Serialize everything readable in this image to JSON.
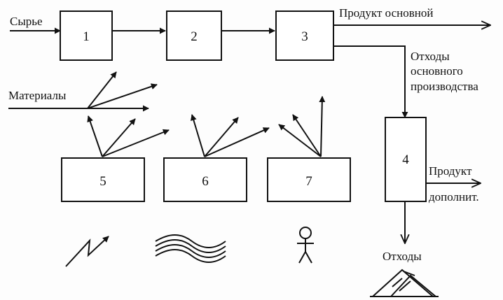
{
  "labels": {
    "raw": "Сырье",
    "main_product": "Продукт основной",
    "waste_main_line1": "Отходы",
    "waste_main_line2": "основного",
    "waste_main_line3": "производства",
    "materials": "Материалы",
    "extra_product_line1": "Продукт",
    "extra_product_line2": "дополнит.",
    "waste": "Отходы"
  },
  "blocks": {
    "b1": "1",
    "b2": "2",
    "b3": "3",
    "b4": "4",
    "b5": "5",
    "b6": "6",
    "b7": "7"
  },
  "icons": {
    "energy": "lightning-bolt-icon",
    "water": "water-waves-icon",
    "labor": "person-icon",
    "waste_pile": "waste-heap-icon"
  }
}
